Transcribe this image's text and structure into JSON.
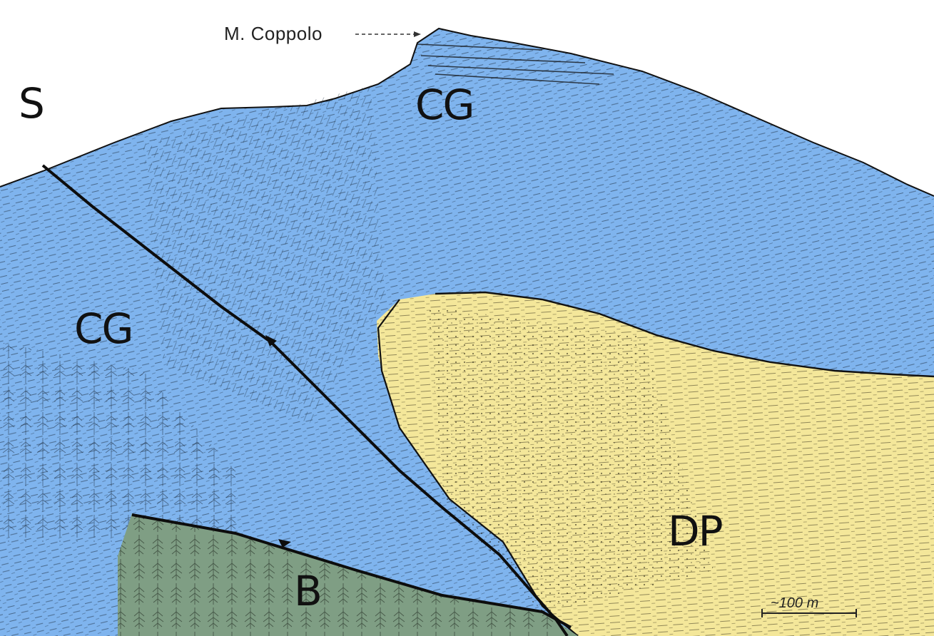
{
  "labels": {
    "direction": "S",
    "peak_name": "M. Coppolo",
    "unit_cg_top": "CG",
    "unit_cg_left": "CG",
    "unit_dp": "DP",
    "unit_b": "B",
    "scale": "~100 m"
  },
  "colors": {
    "cg_blue": "#7fb4ee",
    "dp_yellow": "#f4e79a",
    "b_green": "#7f9e84",
    "ink": "#111111",
    "sky": "#ffffff"
  }
}
